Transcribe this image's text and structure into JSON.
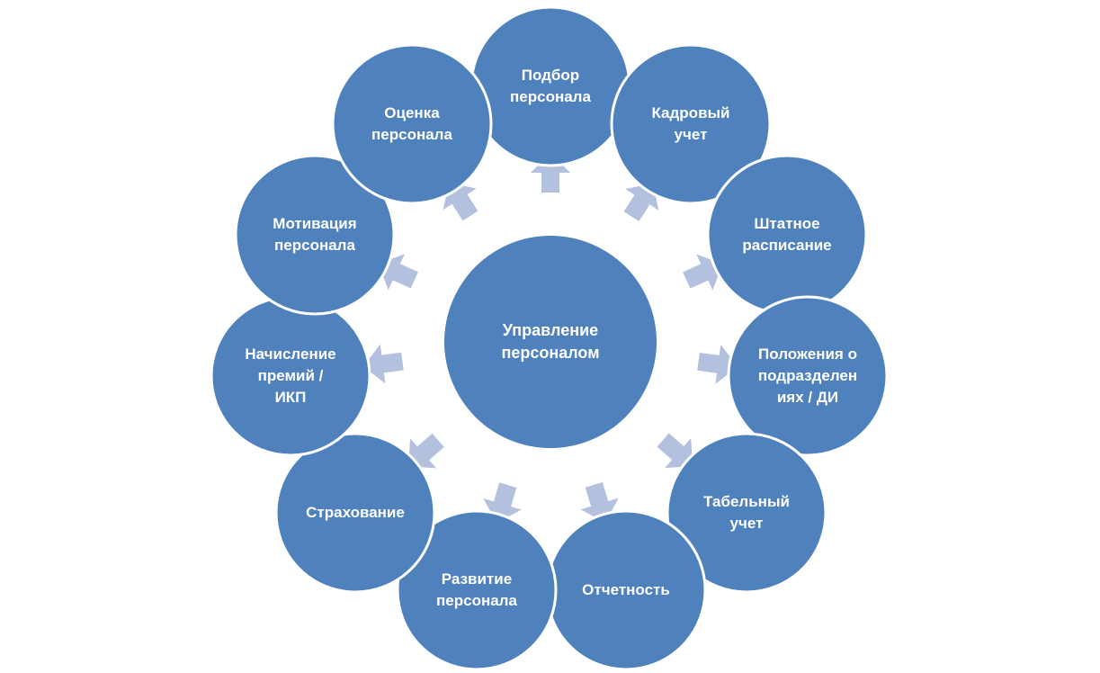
{
  "diagram": {
    "center": {
      "label": "Управление\nперсоналом"
    },
    "nodes": [
      {
        "label": "Подбор\nперсонала"
      },
      {
        "label": "Кадровый\nучет"
      },
      {
        "label": "Штатное\nрасписание"
      },
      {
        "label": "Положения о\nподразделен\nиях / ДИ"
      },
      {
        "label": "Табельный\nучет"
      },
      {
        "label": "Отчетность"
      },
      {
        "label": "Развитие\nперсонала"
      },
      {
        "label": "Страхование"
      },
      {
        "label": "Начисление\nпремий /\nИКП"
      },
      {
        "label": "Мотивация\nперсонала"
      },
      {
        "label": "Оценка\nперсонала"
      }
    ],
    "colors": {
      "circle_fill": "#4f81bd",
      "circle_stroke": "#ffffff",
      "arrow_fill": "#b3c1de",
      "text": "#ffffff"
    }
  }
}
